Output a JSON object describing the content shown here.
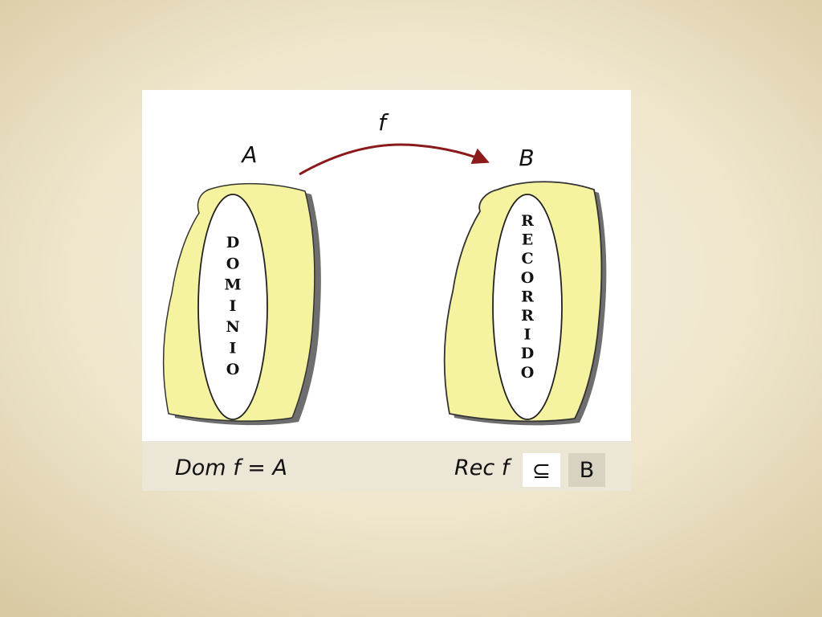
{
  "diagram": {
    "function_label": "f",
    "domain_set_label": "A",
    "codomain_set_label": "B",
    "domain_vertical_text": "DOMINIO",
    "codomain_vertical_text": "RECORRIDO",
    "arrow_color": "#8b1a1a",
    "blob_color": "#f6f3a0"
  },
  "caption": {
    "domain_formula": "Dom f = A",
    "range_formula_prefix": "Rec f",
    "subset_symbol": "⊆",
    "range_formula_set": "B"
  }
}
